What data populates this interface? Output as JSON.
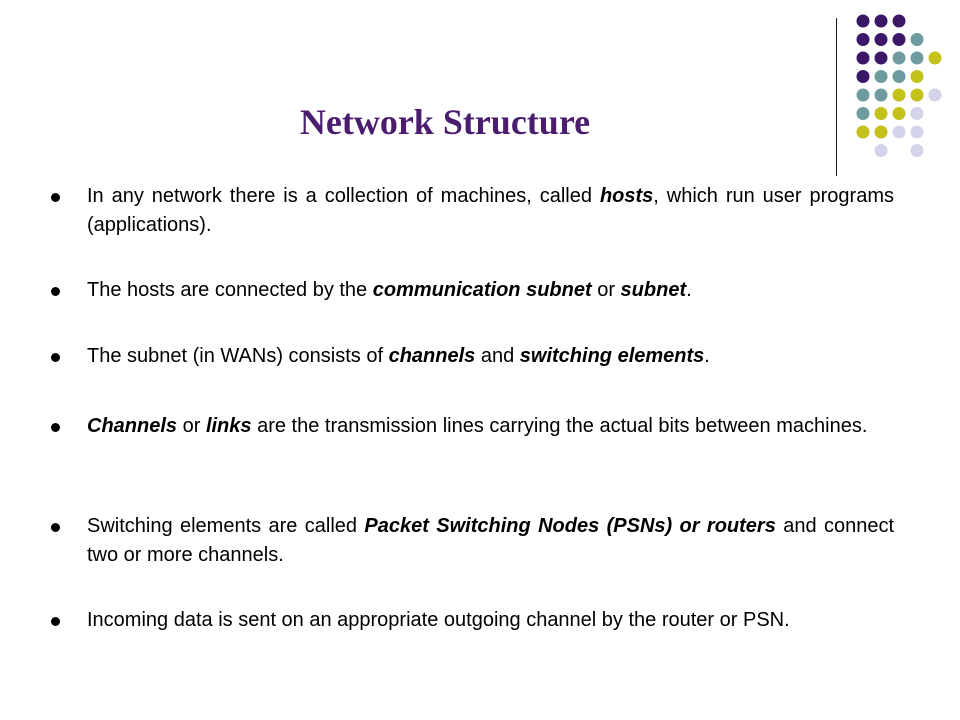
{
  "slide": {
    "title": "Network Structure",
    "bullets": [
      [
        {
          "text": "In any network there is a collection of machines, called ",
          "emph": false
        },
        {
          "text": "hosts",
          "emph": true
        },
        {
          "text": ", which run user programs (applications).",
          "emph": false
        }
      ],
      [
        {
          "text": "The hosts are connected by the ",
          "emph": false
        },
        {
          "text": "communication subnet",
          "emph": true
        },
        {
          "text": " or ",
          "emph": false
        },
        {
          "text": "subnet",
          "emph": true
        },
        {
          "text": ".",
          "emph": false
        }
      ],
      [
        {
          "text": "The subnet (in WANs) consists of ",
          "emph": false
        },
        {
          "text": "channels",
          "emph": true
        },
        {
          "text": " and ",
          "emph": false
        },
        {
          "text": "switching elements",
          "emph": true
        },
        {
          "text": ".",
          "emph": false
        }
      ],
      [
        {
          "text": "Channels",
          "emph": true
        },
        {
          "text": " or ",
          "emph": false
        },
        {
          "text": "links",
          "emph": true
        },
        {
          "text": " are the transmission lines carrying the actual bits between machines.",
          "emph": false
        }
      ],
      [
        {
          "text": "Switching elements are called ",
          "emph": false
        },
        {
          "text": "Packet Switching Nodes (PSNs) or routers",
          "emph": true
        },
        {
          "text": " and connect two or more channels.",
          "emph": false
        }
      ],
      [
        {
          "text": "Incoming data is sent on an appropriate outgoing channel by the router or PSN.",
          "emph": false
        }
      ]
    ]
  },
  "theme": {
    "title_color": "#4b1d6e",
    "dot_colors": {
      "P": "#3d1767",
      "T": "#6e9c9e",
      "Y": "#c4c11a",
      "L": "#d3d3ea"
    },
    "dot_pattern": [
      ".PPP.",
      ".PPPT",
      ".PPTTY",
      ".PTTY",
      ".TTYYL",
      ".TYYL",
      ".YYLL",
      "..L.L"
    ]
  }
}
